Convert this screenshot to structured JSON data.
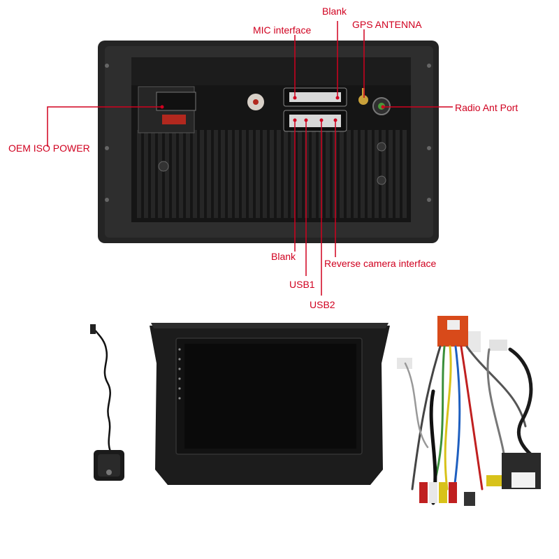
{
  "labels": {
    "blank_top": "Blank",
    "mic_interface": "MIC interface",
    "gps_antenna": "GPS ANTENNA",
    "radio_ant_port": "Radio Ant Port",
    "oem_iso_power": "OEM ISO POWER",
    "blank_bottom": "Blank",
    "usb1": "USB1",
    "usb2": "USB2",
    "reverse_camera": "Reverse camera interface"
  },
  "colors": {
    "callout": "#d0001f",
    "unit_body": "#1e1e1e",
    "screen": "#121212"
  },
  "icons": {
    "gps_module": "gps-antenna-module-icon",
    "head_unit_front": "head-unit-front-icon",
    "wiring_harness": "wiring-harness-icon"
  }
}
